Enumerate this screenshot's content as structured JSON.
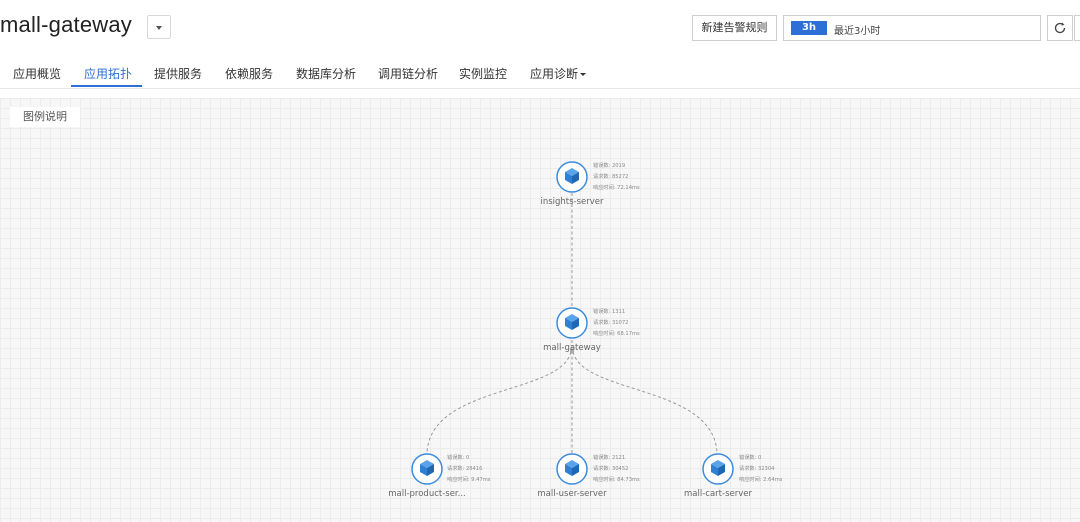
{
  "header": {
    "app_title": "mall-gateway",
    "alert_rule_button": "新建告警规则",
    "time_range": {
      "badge": "3h",
      "label": "最近3小时"
    }
  },
  "tabs": [
    {
      "label": "应用概览",
      "active": false
    },
    {
      "label": "应用拓扑",
      "active": true
    },
    {
      "label": "提供服务",
      "active": false
    },
    {
      "label": "依赖服务",
      "active": false
    },
    {
      "label": "数据库分析",
      "active": false
    },
    {
      "label": "调用链分析",
      "active": false
    },
    {
      "label": "实例监控",
      "active": false
    },
    {
      "label": "应用诊断",
      "active": false,
      "has_dropdown": true
    }
  ],
  "legend_button": "图例说明",
  "topology": {
    "nodes": [
      {
        "id": "insights-server",
        "label": "insights-server",
        "stats": {
          "errors": "错误数: 2019",
          "requests": "请求数: 85272",
          "latency": "响应时间: 72.14ms"
        }
      },
      {
        "id": "mall-gateway",
        "label": "mall-gateway",
        "stats": {
          "errors": "错误数: 1311",
          "requests": "请求数: 31072",
          "latency": "响应时间: 68.17ms"
        }
      },
      {
        "id": "mall-product-server",
        "label": "mall-product-ser...",
        "stats": {
          "errors": "错误数: 0",
          "requests": "请求数: 28416",
          "latency": "响应时间: 9.47ms"
        }
      },
      {
        "id": "mall-user-server",
        "label": "mall-user-server",
        "stats": {
          "errors": "错误数: 2121",
          "requests": "请求数: 30452",
          "latency": "响应时间: 84.73ms"
        }
      },
      {
        "id": "mall-cart-server",
        "label": "mall-cart-server",
        "stats": {
          "errors": "错误数: 0",
          "requests": "请求数: 32304",
          "latency": "响应时间: 2.64ms"
        }
      }
    ],
    "edges": [
      {
        "from": "mall-gateway",
        "to": "insights-server"
      },
      {
        "from": "mall-gateway",
        "to": "mall-product-server"
      },
      {
        "from": "mall-gateway",
        "to": "mall-user-server"
      },
      {
        "from": "mall-gateway",
        "to": "mall-cart-server"
      }
    ]
  },
  "colors": {
    "accent": "#2d6fd6",
    "node_stroke": "#3d8bdc",
    "node_fill": "#2f7fd4",
    "edge": "#999999"
  },
  "icons": {
    "app_dropdown": "caret-down-icon",
    "refresh": "refresh-icon",
    "node": "cube-icon"
  }
}
